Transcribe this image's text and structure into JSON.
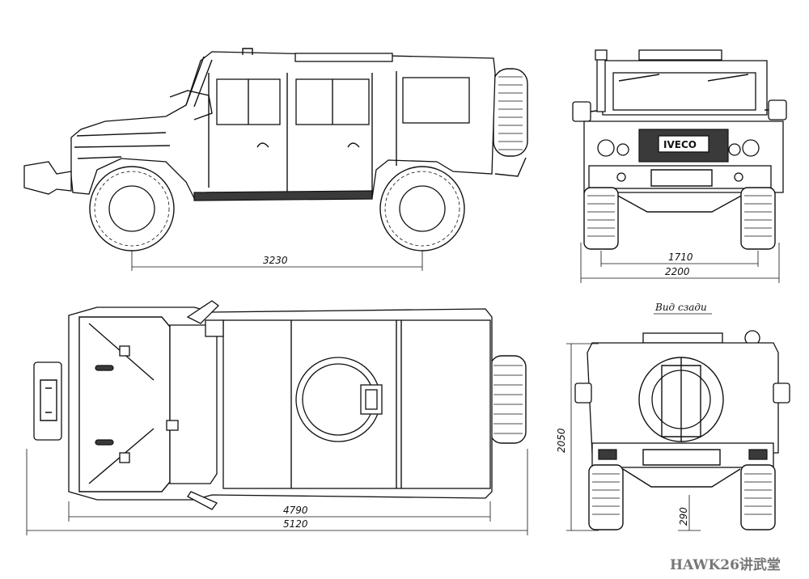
{
  "views": {
    "side": {
      "wheelbase": "3230"
    },
    "front": {
      "track": "1710",
      "width": "2200"
    },
    "rear": {
      "caption": "Вид сзади",
      "height": "2050",
      "clearance": "290"
    },
    "top": {
      "length_body": "4790",
      "length_total": "5120"
    }
  },
  "front_badge": "IVECO",
  "watermark": "HAWK26讲武堂"
}
